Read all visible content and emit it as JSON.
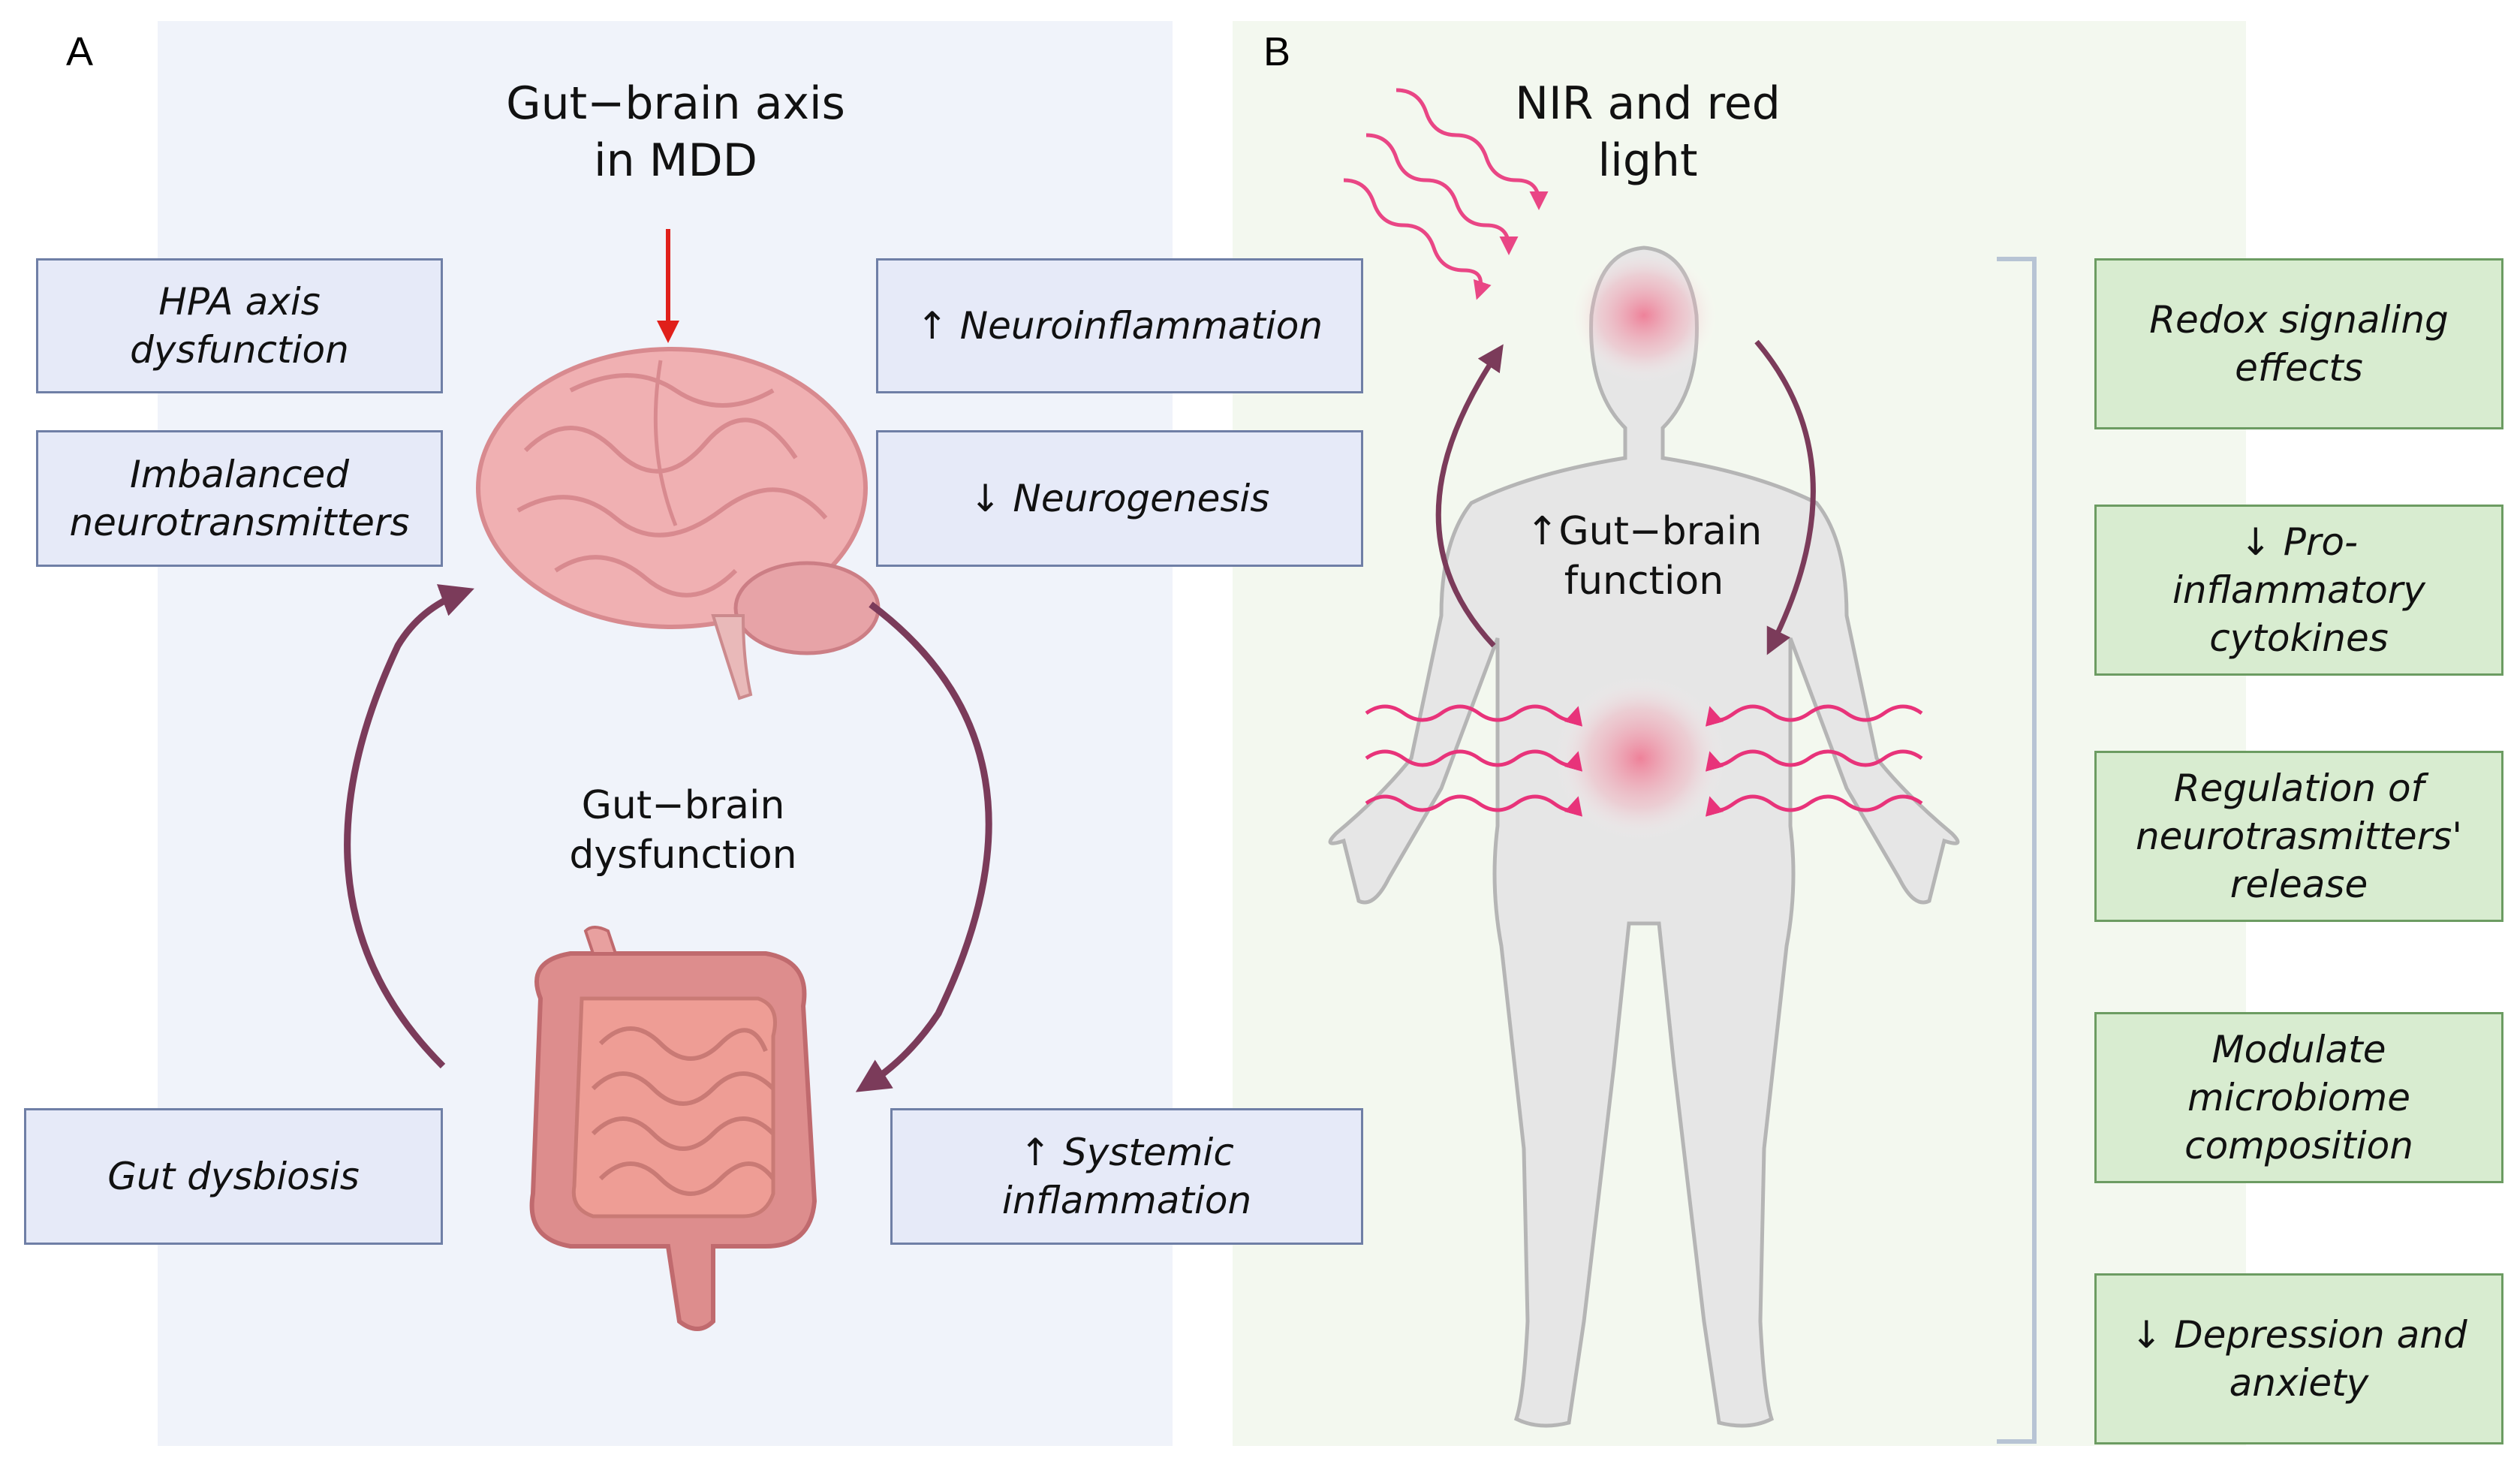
{
  "panel_a": {
    "letter": "A",
    "title_line1": "Gut−brain axis",
    "title_line2": "in MDD",
    "center_label_line1": "Gut−brain",
    "center_label_line2": "dysfunction",
    "boxes": {
      "hpa": [
        "HPA axis",
        "dysfunction"
      ],
      "neurotransmitters": [
        "Imbalanced",
        "neurotransmitters"
      ],
      "neuroinflammation": "↑ Neuroinflammation",
      "neurogenesis": "↓ Neurogenesis",
      "gut_dysbiosis": "Gut dysbiosis",
      "systemic": [
        "↑ Systemic",
        "inflammation"
      ]
    }
  },
  "panel_b": {
    "letter": "B",
    "title_line1": "NIR and red",
    "title_line2": "light",
    "body_label_line1": "↑Gut−brain",
    "body_label_line2": "function",
    "boxes": {
      "redox": [
        "Redox signaling",
        "effects"
      ],
      "cytokines": [
        "↓ Pro-",
        "inflammatory",
        "cytokines"
      ],
      "regulation": [
        "Regulation of",
        "neurotrasmitters'",
        "release"
      ],
      "microbiome": [
        "Modulate",
        "microbiome",
        "composition"
      ],
      "depression": [
        "↓ Depression and",
        "anxiety"
      ]
    }
  },
  "colors": {
    "panel_a_bg": "#f0f3fa",
    "panel_b_bg": "#f3f8ef",
    "blue_box": "#e6eaf8",
    "green_box": "#d8ecd0",
    "cycle_arrow": "#7b3b5a",
    "light_wave": "#e8337a",
    "red_arrow": "#e0201b"
  }
}
